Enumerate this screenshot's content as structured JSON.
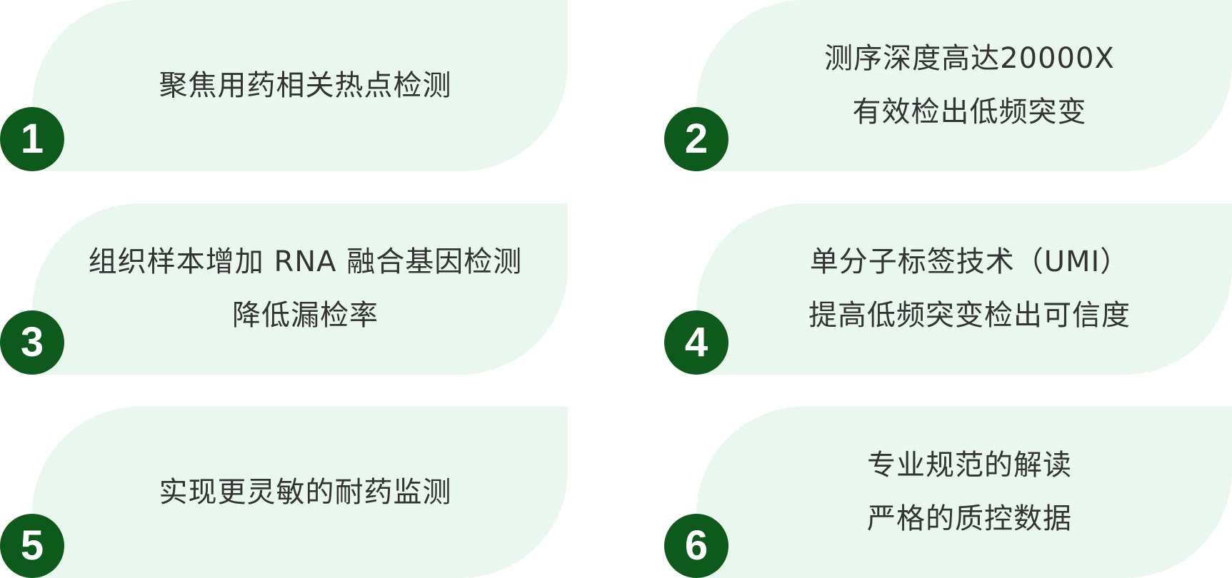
{
  "colors": {
    "card_background": "#eaf7ee",
    "badge_background": "#0e5a1c",
    "badge_text": "#ffffff",
    "body_text": "#333333"
  },
  "features": [
    {
      "number": "1",
      "lines": [
        "聚焦用药相关热点检测"
      ]
    },
    {
      "number": "2",
      "lines": [
        "测序深度高达20000X",
        "有效检出低频突变"
      ]
    },
    {
      "number": "3",
      "lines": [
        "组织样本增加 RNA 融合基因检测",
        "降低漏检率"
      ]
    },
    {
      "number": "4",
      "lines": [
        "单分子标签技术（UMI）",
        "提高低频突变检出可信度"
      ]
    },
    {
      "number": "5",
      "lines": [
        "实现更灵敏的耐药监测"
      ]
    },
    {
      "number": "6",
      "lines": [
        "专业规范的解读",
        "严格的质控数据"
      ]
    }
  ]
}
